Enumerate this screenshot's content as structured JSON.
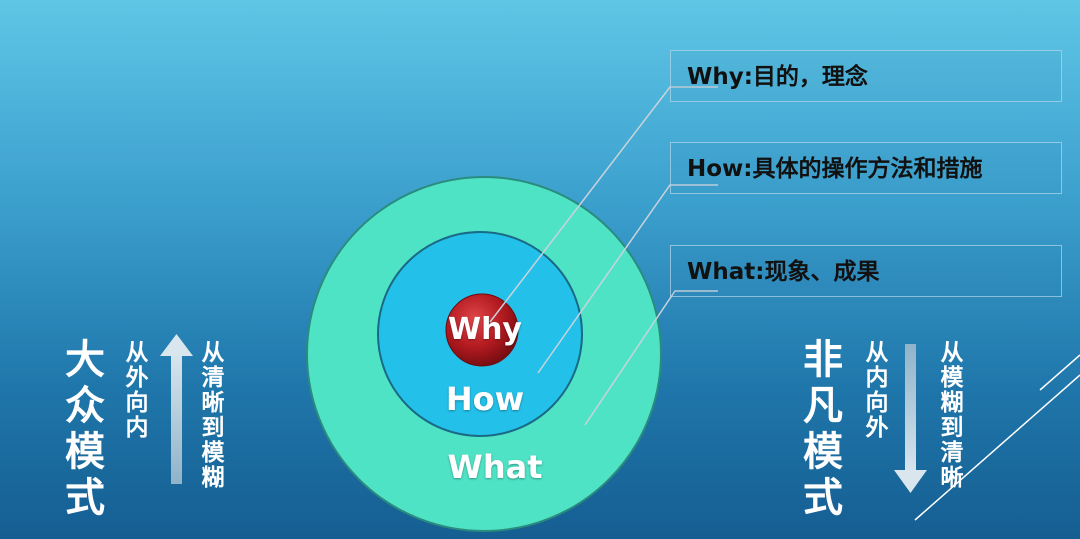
{
  "diagram": {
    "rings": {
      "inner": "Why",
      "middle": "How",
      "outer": "What"
    },
    "callouts": {
      "why": "Why:目的，理念",
      "how": "How:具体的操作方法和措施",
      "what": "What:现象、成果"
    },
    "colors": {
      "outer_ring": "#4fe3c6",
      "middle_ring": "#23c1e9",
      "center": "#b21a20"
    }
  },
  "left_side": {
    "mode": "大众模式",
    "direction": "从外向内",
    "clarity": "从清晰到模糊"
  },
  "right_side": {
    "mode": "非凡模式",
    "direction": "从内向外",
    "clarity": "从模糊到清晰"
  }
}
